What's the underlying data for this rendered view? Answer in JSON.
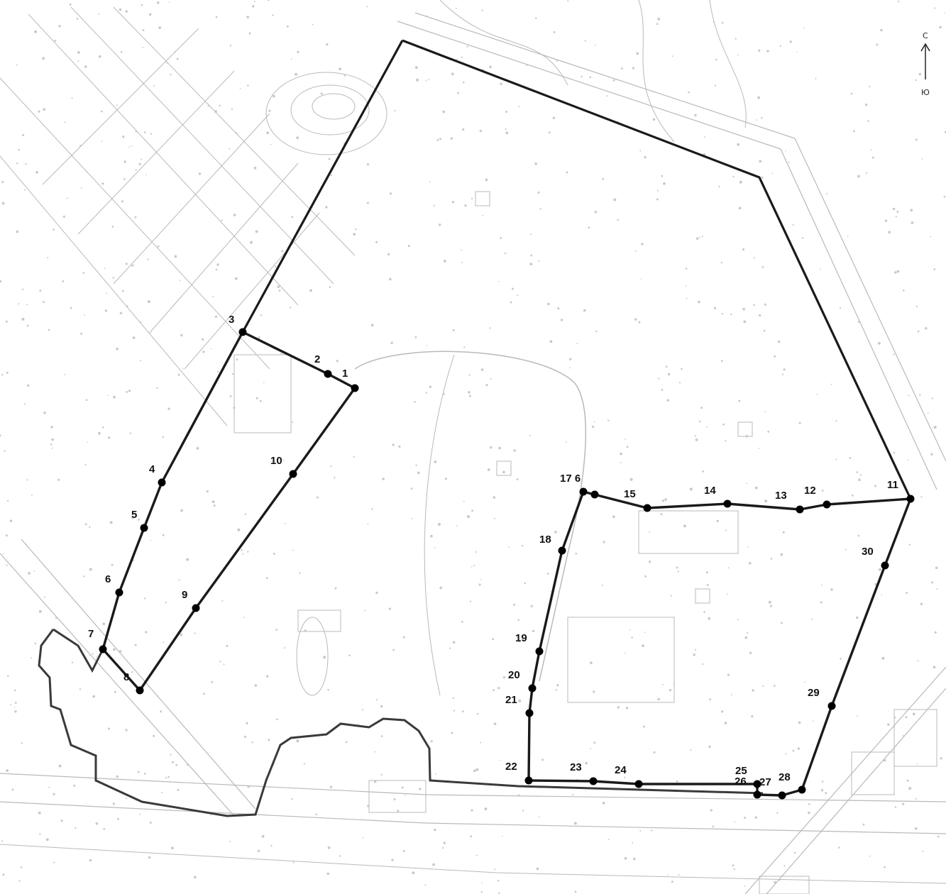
{
  "compass": {
    "north": "С",
    "south": "Ю"
  },
  "points": [
    {
      "id": "p1",
      "label": "1"
    },
    {
      "id": "p2",
      "label": "2"
    },
    {
      "id": "p3",
      "label": "3"
    },
    {
      "id": "p4",
      "label": "4"
    },
    {
      "id": "p5",
      "label": "5"
    },
    {
      "id": "p6",
      "label": "6"
    },
    {
      "id": "p7",
      "label": "7"
    },
    {
      "id": "p8",
      "label": "8"
    },
    {
      "id": "p9",
      "label": "9"
    },
    {
      "id": "p10",
      "label": "10"
    },
    {
      "id": "p11",
      "label": "11"
    },
    {
      "id": "p12",
      "label": "12"
    },
    {
      "id": "p13",
      "label": "13"
    },
    {
      "id": "p14",
      "label": "14"
    },
    {
      "id": "p15",
      "label": "15"
    },
    {
      "id": "p16",
      "label": "17 6"
    },
    {
      "id": "p18",
      "label": "18"
    },
    {
      "id": "p19",
      "label": "19"
    },
    {
      "id": "p20",
      "label": "20"
    },
    {
      "id": "p21",
      "label": "21"
    },
    {
      "id": "p22",
      "label": "22"
    },
    {
      "id": "p23",
      "label": "23"
    },
    {
      "id": "p24",
      "label": "24"
    },
    {
      "id": "p25",
      "label": "25"
    },
    {
      "id": "p26",
      "label": "26"
    },
    {
      "id": "p27",
      "label": "27"
    },
    {
      "id": "p28",
      "label": "28"
    },
    {
      "id": "p29",
      "label": "29"
    },
    {
      "id": "p30",
      "label": "30"
    }
  ],
  "colors": {
    "boundary": "#1a1a1a",
    "basemap": "#b9b9b9",
    "background": "#ffffff"
  }
}
